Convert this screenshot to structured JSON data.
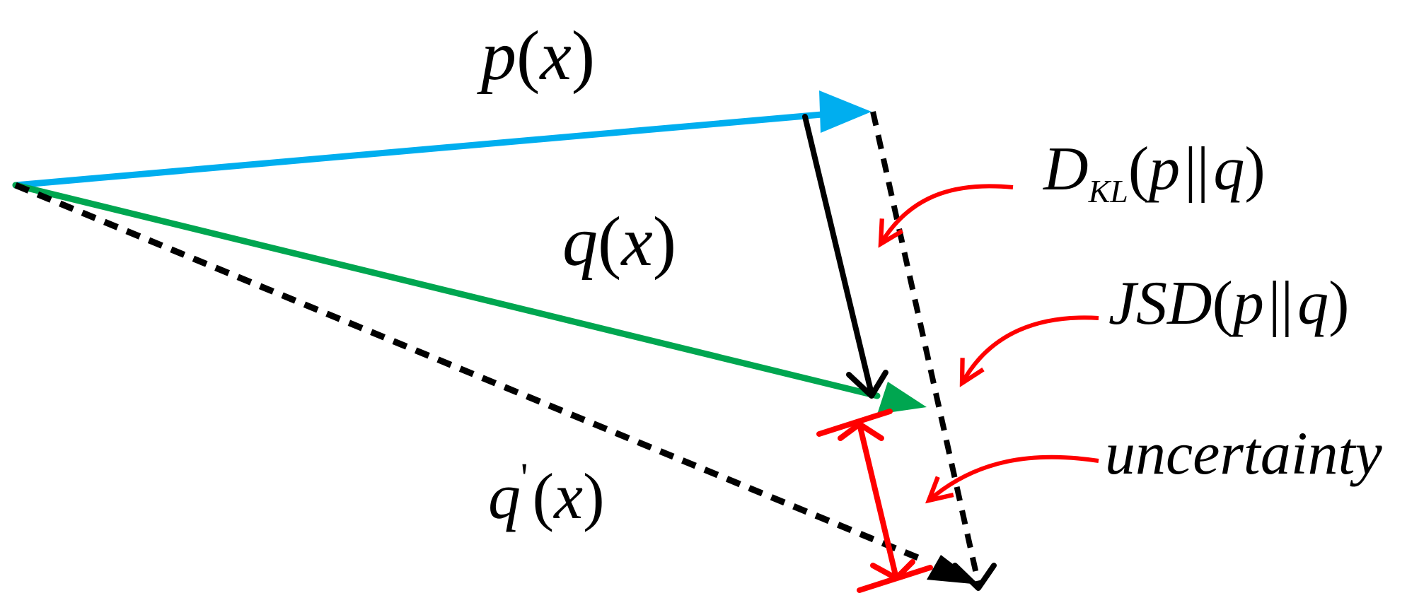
{
  "labels": {
    "p": {
      "fn": "p",
      "open": "(",
      "arg": "x",
      "close": ")"
    },
    "q": {
      "fn": "q",
      "open": "(",
      "arg": "x",
      "close": ")"
    },
    "qprime": {
      "fn": "q",
      "prime": "'",
      "open": "(",
      "arg": "x",
      "close": ")"
    },
    "dkl": {
      "fn": "D",
      "sub": "KL",
      "open": "(",
      "a": "p",
      "sep": "||",
      "b": "q",
      "close": ")"
    },
    "jsd": {
      "fn": "JSD",
      "open": "(",
      "a": "p",
      "sep": "||",
      "b": "q",
      "close": ")"
    },
    "uncertainty": "uncertainty"
  },
  "colors": {
    "p_vector": "#00AEEF",
    "q_vector": "#00A650",
    "difference": "#000000",
    "annotation": "#FF0000"
  }
}
